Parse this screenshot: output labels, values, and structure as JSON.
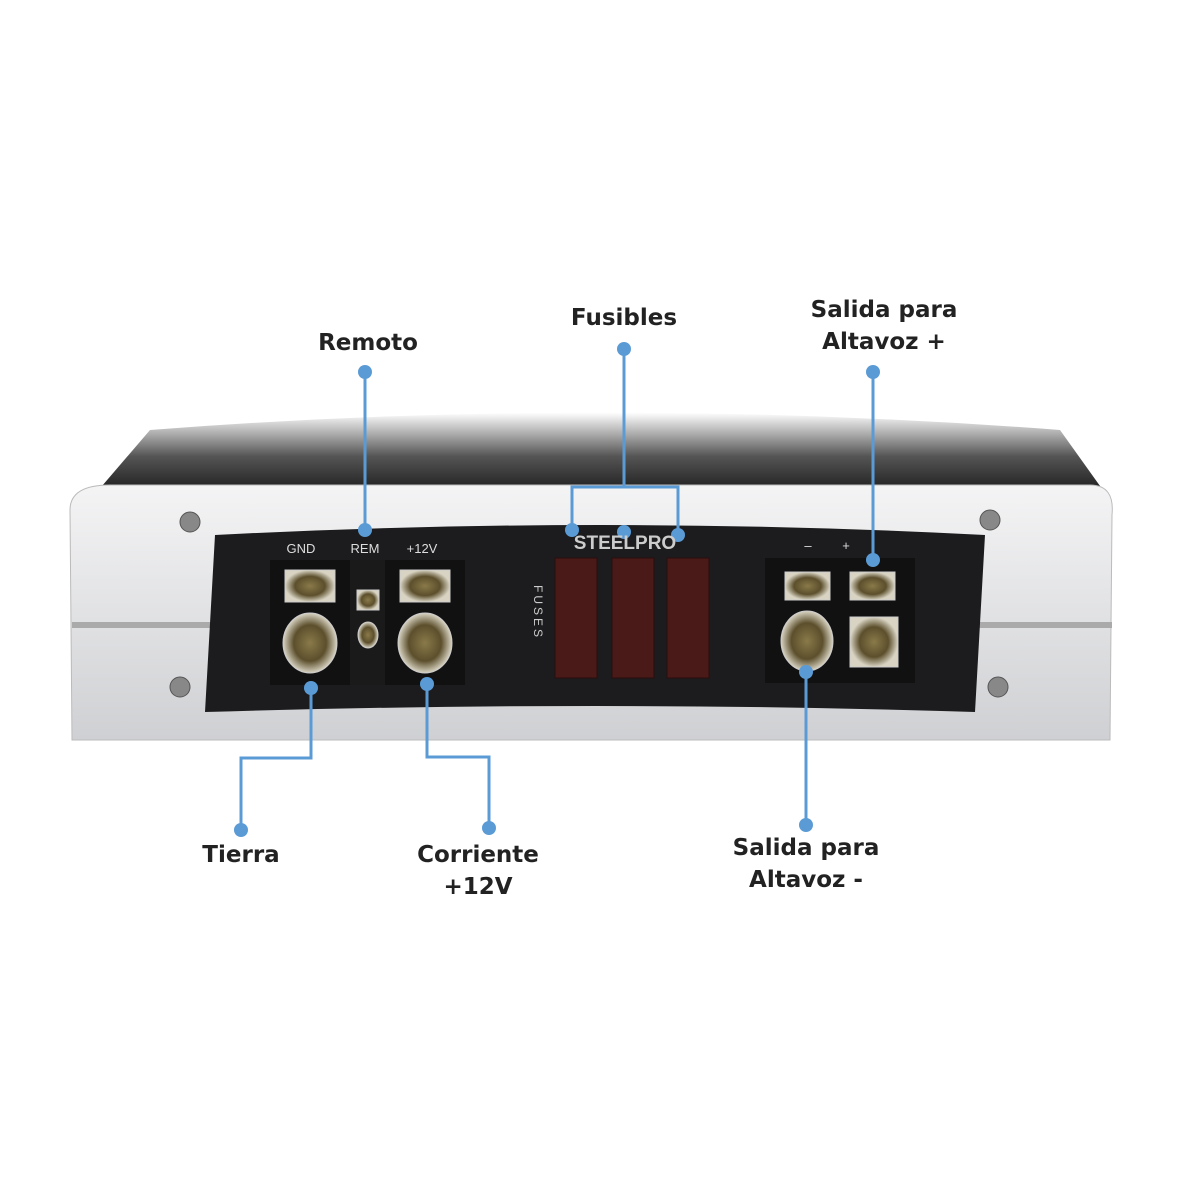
{
  "callouts": {
    "remote": "Remoto",
    "fuses": "Fusibles",
    "speaker_pos": [
      "Salida para",
      "Altavoz +"
    ],
    "ground": "Tierra",
    "power": [
      "Corriente",
      "+12V"
    ],
    "speaker_neg": [
      "Salida para",
      "Altavoz -"
    ]
  },
  "panel": {
    "brand": "STEELPRO",
    "gnd": "GND",
    "rem": "REM",
    "v12": "+12V",
    "fuses": "FUSES",
    "minus": "–",
    "plus": "+"
  },
  "colors": {
    "callout": "#5b9bd5",
    "panel": "#1c1c1e",
    "housing": "#e8e9eb"
  }
}
